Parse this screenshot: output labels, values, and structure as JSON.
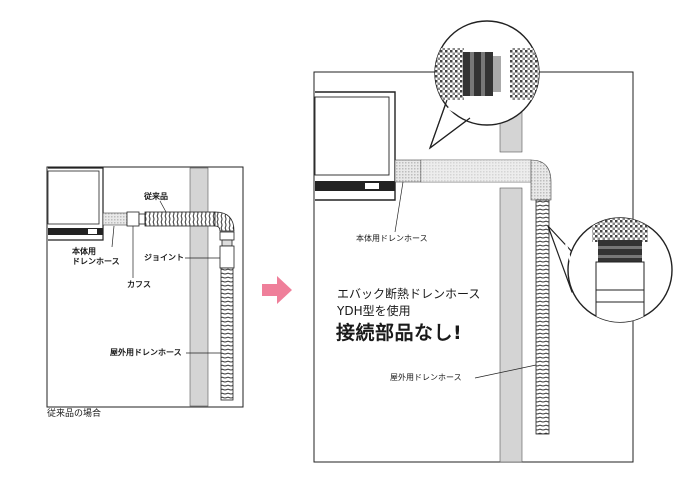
{
  "left_diagram": {
    "label_old_product": "従来品",
    "label_body_hose_line1": "本体用",
    "label_body_hose_line2": "ドレンホース",
    "label_cuffs": "カフス",
    "label_joint": "ジョイント",
    "label_outdoor_hose": "屋外用ドレンホース",
    "caption": "従来品の場合"
  },
  "right_diagram": {
    "label_body_hose": "本体用ドレンホース",
    "label_outdoor_hose": "屋外用ドレンホース",
    "desc_line1": "エバック断熱ドレンホース",
    "desc_line2": "YDH型を使用",
    "headline": "接続部品なし!"
  },
  "colors": {
    "arrow": "#ef7f9a",
    "line": "#222222",
    "wall": "#cfcfcf",
    "hose_pattern": "#e6e6e6"
  }
}
